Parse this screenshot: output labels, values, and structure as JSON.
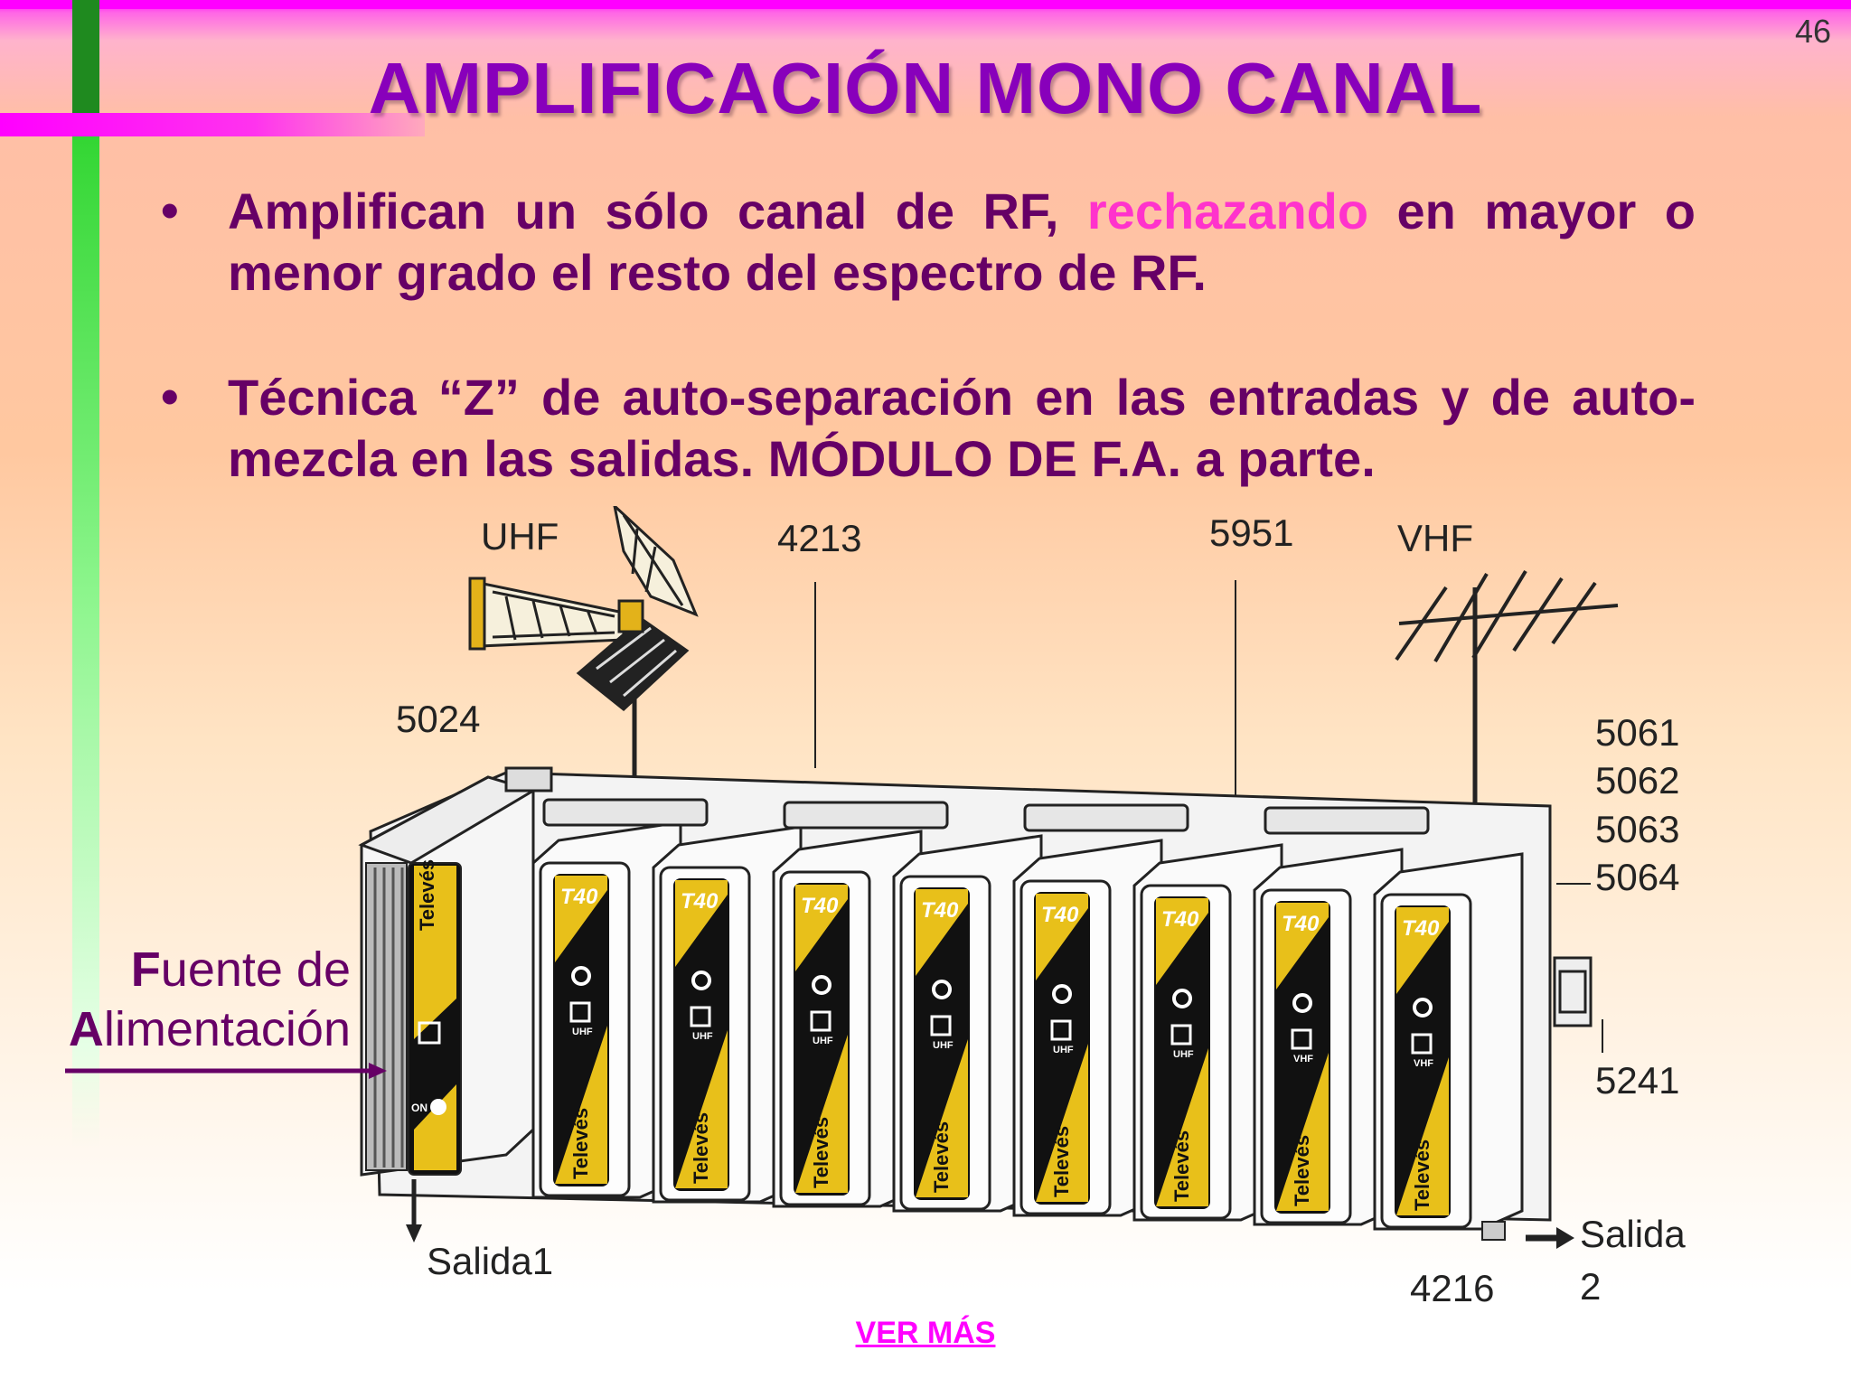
{
  "slide": {
    "page_number": "46",
    "title": "AMPLIFICACIÓN MONO CANAL",
    "bullets": [
      {
        "dot": "•",
        "before": "Amplifican un sólo canal de RF, ",
        "highlight": "rechazando",
        "after": " en mayor o menor grado el resto del espectro de RF."
      },
      {
        "dot": "•",
        "text": "Técnica “Z” de auto-separación en las entradas y de auto-mezcla en las salidas. MÓDULO DE F.A. a parte."
      }
    ],
    "colors": {
      "title": "#8800bb",
      "text": "#660066",
      "highlight": "#ff33cc",
      "link": "#ff00ff",
      "band": "#ff00ff",
      "accent_bar": "#33d633"
    }
  },
  "diagram": {
    "labels": {
      "uhf": "UHF",
      "code_4213": "4213",
      "code_5951": "5951",
      "vhf": "VHF",
      "code_5024": "5024",
      "code_5061": "5061",
      "code_5062": "5062",
      "code_5063": "5063",
      "code_5064": "5064",
      "code_5241": "5241",
      "code_4216": "4216",
      "salida1": "Salida1",
      "salida2_line1": "Salida",
      "salida2_line2": "2"
    },
    "psu": {
      "brand": "Televés",
      "switch": "ON"
    },
    "modules": [
      {
        "logo": "T40",
        "band": "UHF",
        "brand": "Televés"
      },
      {
        "logo": "T40",
        "band": "UHF",
        "brand": "Televés"
      },
      {
        "logo": "T40",
        "band": "UHF",
        "brand": "Televés"
      },
      {
        "logo": "T40",
        "band": "UHF",
        "brand": "Televés"
      },
      {
        "logo": "T40",
        "band": "UHF",
        "brand": "Televés"
      },
      {
        "logo": "T40",
        "band": "UHF",
        "brand": "Televés"
      },
      {
        "logo": "T40",
        "band": "VHF",
        "brand": "Televés"
      },
      {
        "logo": "T40",
        "band": "VHF",
        "brand": "Televés"
      }
    ],
    "side_label": {
      "f_initial": "F",
      "f_rest": "uente de",
      "a_initial": "A",
      "a_rest": "limentación"
    }
  },
  "footer": {
    "link_label": "VER MÁS"
  }
}
